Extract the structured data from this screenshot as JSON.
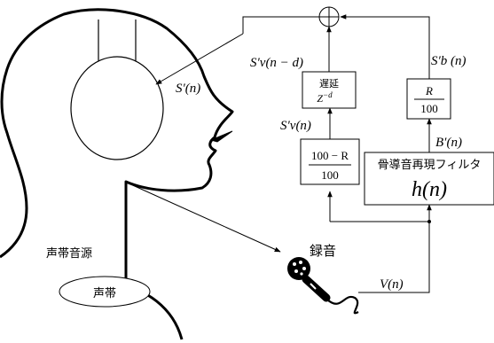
{
  "signals": {
    "s_v_prime_delayed": "S′v(n − d)",
    "s_b_prime": "S′b (n)",
    "s_prime": "S′(n)",
    "s_v_prime": "S′v(n)",
    "b_prime": "B′(n)",
    "v": "V(n)"
  },
  "delay_block": {
    "title": "遅延",
    "operator": "Z",
    "exponent": "−d"
  },
  "r_block": {
    "numerator": "R",
    "denominator": "100"
  },
  "gain_block": {
    "numerator": "100 − R",
    "denominator": "100"
  },
  "filter_block": {
    "title": "骨導音再現フィルタ",
    "func": "h(n)"
  },
  "labels": {
    "vocal_source": "声帯音源",
    "vocal_cords": "声帯",
    "recording": "録音"
  },
  "summing_junction": "⊕"
}
